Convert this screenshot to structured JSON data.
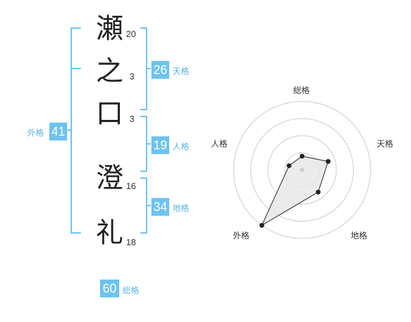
{
  "characters": [
    {
      "char": "瀬",
      "strokes": "20"
    },
    {
      "char": "之",
      "strokes": "3"
    },
    {
      "char": "口",
      "strokes": "3"
    },
    {
      "char": "澄",
      "strokes": "16"
    },
    {
      "char": "礼",
      "strokes": "18"
    }
  ],
  "fortunes": {
    "tenkaku": {
      "value": "26",
      "label": "天格"
    },
    "jinkaku": {
      "value": "19",
      "label": "人格"
    },
    "chikaku": {
      "value": "34",
      "label": "地格"
    },
    "gaikaku": {
      "value": "41",
      "label": "外格"
    },
    "soukaku": {
      "value": "60",
      "label": "総格"
    }
  },
  "chart_data": {
    "type": "radar",
    "axes": [
      "総格",
      "天格",
      "地格",
      "外格",
      "人格"
    ],
    "values": [
      1,
      2,
      2,
      5,
      1
    ],
    "rmax": 5,
    "rings": 4,
    "colors": {
      "ring": "#cccccc",
      "fill": "#e6e6e6",
      "line": "#222222",
      "center": "#cccccc"
    }
  },
  "colors": {
    "accent": "#6ec3f0",
    "bracket": "#6ec3f0"
  }
}
